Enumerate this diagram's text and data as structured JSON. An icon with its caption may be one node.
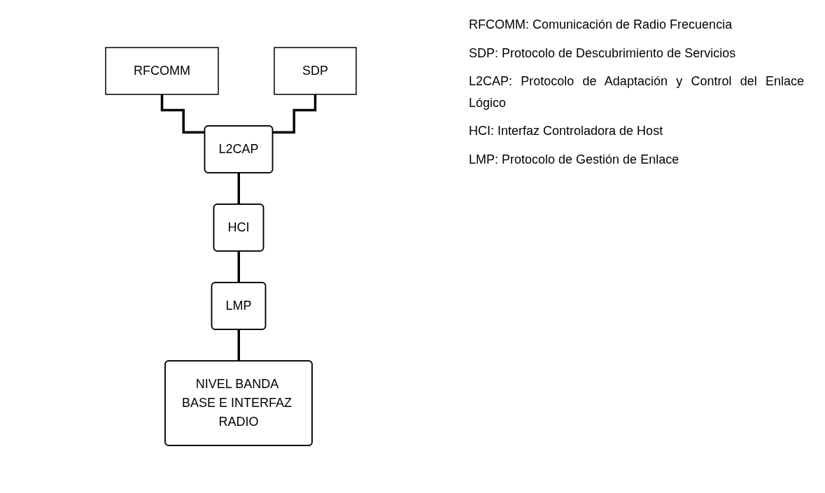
{
  "diagram": {
    "nodes": [
      {
        "text": [
          "RFCOMM"
        ]
      },
      {
        "text": [
          "SDP"
        ]
      },
      {
        "text": [
          "L2CAP"
        ]
      },
      {
        "text": [
          "HCI"
        ]
      },
      {
        "text": [
          "LMP"
        ]
      },
      {
        "text": [
          "NIVEL BANDA BASE E INTERFAZ RADIO"
        ]
      }
    ],
    "edges": [
      {
        "from": 0,
        "to": 2,
        "arrow": "none"
      },
      {
        "from": 1,
        "to": 2,
        "arrow": "none"
      },
      {
        "from": 2,
        "to": 3,
        "arrow": "none"
      },
      {
        "from": 3,
        "to": 4,
        "arrow": "none"
      },
      {
        "from": 4,
        "to": 5,
        "arrow": "none"
      }
    ],
    "labels": [
      "RFCOMM: Comunicación de Radio Frecuencia",
      "SDP: Protocolo de Descubrimiento de Servicios",
      "L2CAP: Protocolo de Adaptación y Control del Enlace Lógico",
      "HCI: Interfaz Controladora de Host",
      "LMP: Protocolo de Gestión de Enlace"
    ]
  }
}
